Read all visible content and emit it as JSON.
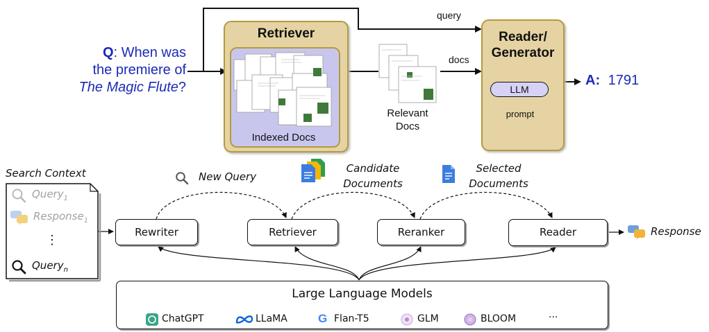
{
  "top": {
    "question_prefix": "Q",
    "question_line1": ": When was",
    "question_line2": "the premiere of",
    "question_italic": "The Magic Flute",
    "question_mark": "?",
    "retriever_title": "Retriever",
    "indexed_docs_label": "Indexed Docs",
    "query_arrow_label": "query",
    "docs_arrow_label": "docs",
    "relevant_docs_line1": "Relevant",
    "relevant_docs_line2": "Docs",
    "reader_title_line1": "Reader/",
    "reader_title_line2": "Generator",
    "llm_label": "LLM",
    "prompt_label": "prompt",
    "answer_prefix": "A:",
    "answer_value": "1791"
  },
  "bottom": {
    "search_context_title": "Search Context",
    "query1_label": "Query",
    "query1_sub": "1",
    "response1_label": "Response",
    "response1_sub": "1",
    "ellipsis": "⋮",
    "queryn_label": "Query",
    "queryn_sub": "n",
    "new_query_label": "New Query",
    "candidate_line1": "Candidate",
    "candidate_line2": "Documents",
    "selected_line1": "Selected",
    "selected_line2": "Documents",
    "nodes": [
      "Rewriter",
      "Retriever",
      "Reranker",
      "Reader"
    ],
    "response_label": "Response",
    "llm_box_title": "Large Language Models",
    "models": [
      "ChatGPT",
      "LLaMA",
      "Flan-T5",
      "GLM",
      "BLOOM",
      "···"
    ]
  },
  "colors": {
    "module_fill": "#e6d3a3",
    "module_border": "#b49a40",
    "index_fill": "#c9c6ee",
    "question_blue": "#1b2ab8",
    "llm_pill": "#d6d2f5",
    "doc_blue": "#3b7de0",
    "doc_green": "#2e9e4f",
    "doc_yellow": "#f2b705"
  }
}
